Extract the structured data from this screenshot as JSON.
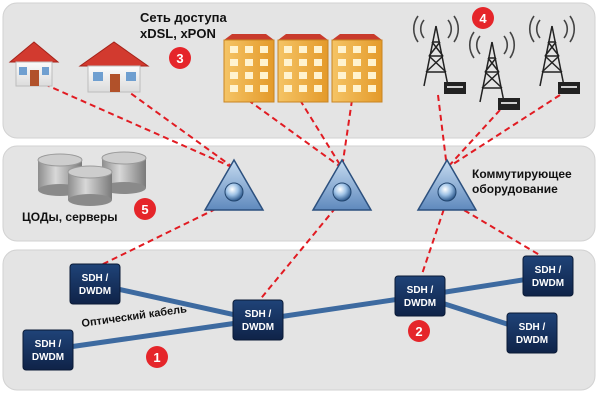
{
  "labels": {
    "access_network_line1": "Сеть доступа",
    "access_network_line2": "xDSL, xPON",
    "switching_line1": "Коммутирующее",
    "switching_line2": "оборудование",
    "datacenters": "ЦОДы, серверы",
    "optical_cable": "Оптический кабель"
  },
  "markers": [
    "1",
    "2",
    "3",
    "4",
    "5"
  ],
  "nodes": {
    "sdh_line1": "SDH /",
    "sdh_line2": "DWDM"
  },
  "colors": {
    "layer_bg": "#e3e3e3",
    "marker_red": "#e5252a",
    "dashed_red": "#e11b22",
    "fiber_blue": "#3d6aa0",
    "node_fill": "#14305e",
    "triangle_fill": "#8eb1d8"
  },
  "icons": [
    "house-icon",
    "apartment-building-icon",
    "cell-tower-icon",
    "server-cylinder-icon",
    "switch-triangle-icon",
    "sdh-node-icon"
  ]
}
